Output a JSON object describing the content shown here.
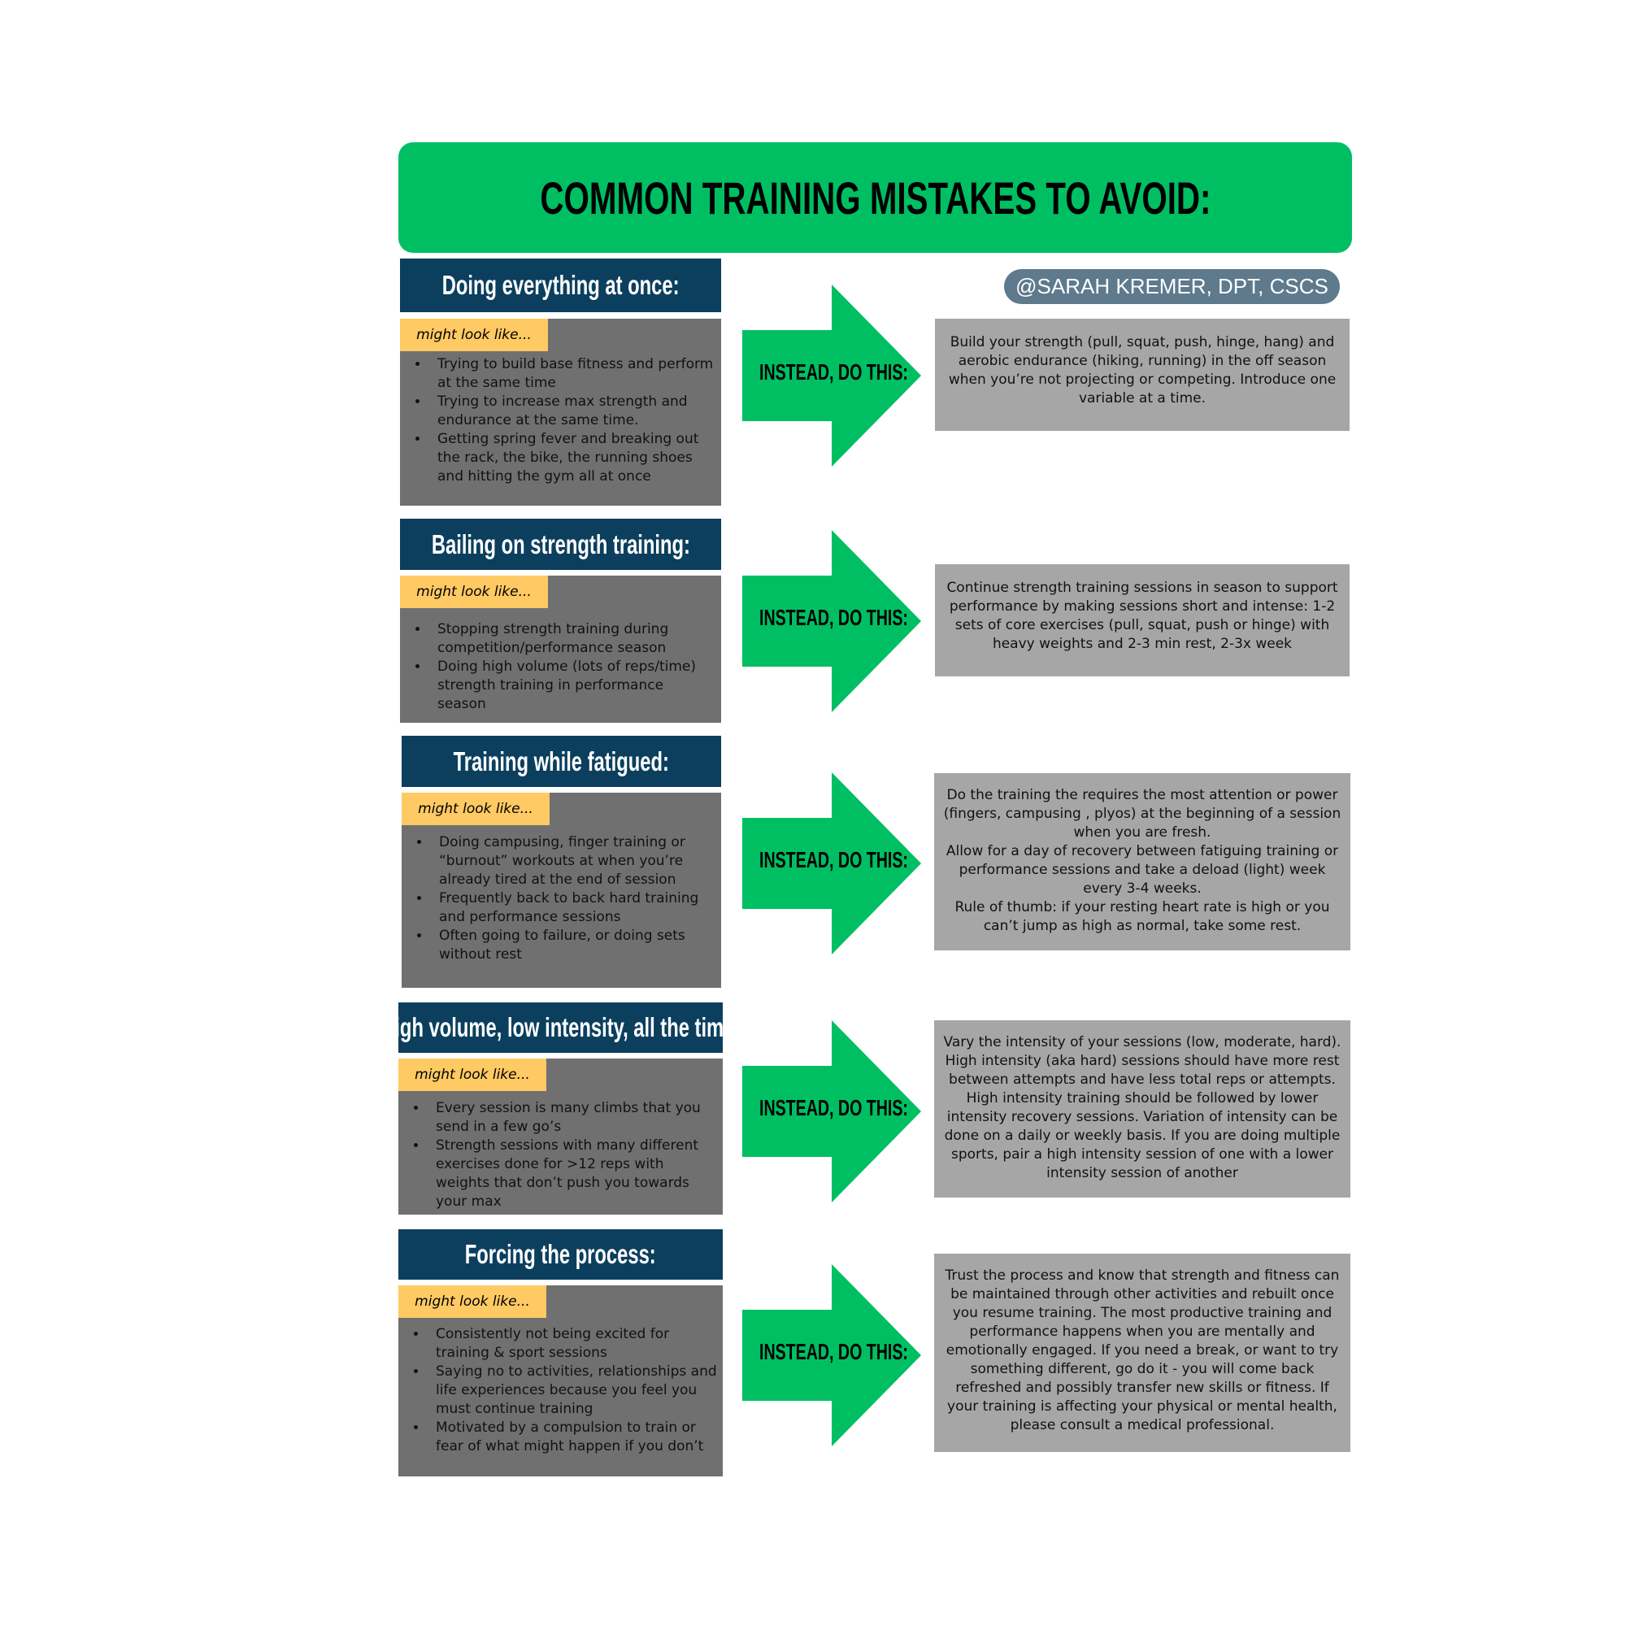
{
  "title": "COMMON TRAINING MISTAKES TO AVOID:",
  "author": "@SARAH KREMER, DPT, CSCS",
  "tag_label": "might look like...",
  "instead_label": "INSTEAD, DO THIS:",
  "colors": {
    "title_bar": "#00bf63",
    "section_title": "#0c3f5e",
    "tag": "#ffc964",
    "mistake_box": "#707070",
    "advice_box": "#a6a6a6",
    "arrow": "#00bf63",
    "author_badge": "#5e7a8c"
  },
  "sections": [
    {
      "heading": "Doing everything at once:",
      "bullets": [
        "Trying to build base fitness and perform at the same time",
        "Trying to increase max strength and endurance at the same time.",
        "Getting spring fever and breaking out the rack, the bike, the running shoes and hitting the gym all at once"
      ],
      "advice": "Build your strength (pull, squat, push, hinge, hang) and aerobic endurance (hiking, running) in the off season when you’re not projecting or competing. Introduce one variable at a time."
    },
    {
      "heading": "Bailing on strength training:",
      "bullets": [
        "Stopping strength training during competition/performance season",
        "Doing high volume (lots of reps/time) strength training in performance season"
      ],
      "advice": "Continue strength training sessions in season to support performance by making sessions short and intense: 1-2 sets of core exercises (pull, squat, push or hinge) with heavy weights and 2-3 min rest,  2-3x week"
    },
    {
      "heading": "Training while fatigued:",
      "bullets": [
        "Doing campusing,  finger training  or “burnout” workouts at when you’re already tired at the end of session",
        "Frequently back to back hard training and performance sessions",
        "Often going to failure, or doing sets without rest"
      ],
      "advice": "Do the training the requires the most attention or power (fingers, campusing , plyos) at the beginning of a session when you are fresh.\nAllow for a day of recovery between fatiguing training or performance sessions and take a deload (light) week every 3-4 weeks.\nRule of thumb: if your resting heart rate is high or you can’t jump as high as normal, take some rest."
    },
    {
      "heading": "High volume, low intensity, all the time:",
      "bullets": [
        "Every session is many climbs that you send in a few go’s",
        "Strength sessions with many different exercises done for >12 reps with weights that don’t push you towards your max"
      ],
      "advice": "Vary the intensity of your sessions (low, moderate, hard). High intensity (aka hard) sessions should have more rest between attempts and have less total reps or attempts. High intensity training should be followed by lower intensity recovery sessions. Variation of intensity can be done on a daily or weekly basis. If you are doing multiple sports, pair a high intensity session of one with a lower intensity session of another"
    },
    {
      "heading": "Forcing the process:",
      "bullets": [
        "Consistently not being excited for training & sport sessions",
        "Saying no to activities, relationships and life experiences because you feel you must continue training",
        "Motivated by a compulsion to train or fear of what might happen if you don’t"
      ],
      "advice": "Trust the process and know that strength and fitness can be maintained through other activities and rebuilt once you resume training. The most productive training and performance happens when you are mentally and emotionally engaged. If you need a break, or want to try something different, go do it - you will come back refreshed and possibly transfer new skills or fitness. If your training is affecting your physical or mental health, please consult a medical professional."
    }
  ]
}
